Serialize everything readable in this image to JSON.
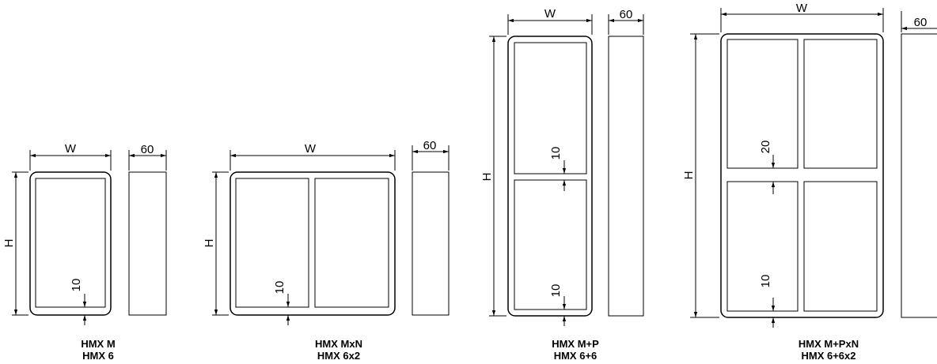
{
  "labels": {
    "width": "W",
    "height": "H",
    "depth": "60",
    "gap_10": "10",
    "gap_20": "20"
  },
  "models": [
    {
      "line1": "HMX M",
      "line2": "HMX 6",
      "panels": "1x1"
    },
    {
      "line1": "HMX MxN",
      "line2": "HMX 6x2",
      "panels": "2x1"
    },
    {
      "line1": "HMX M+P",
      "line2": "HMX 6+6",
      "panels": "1x2"
    },
    {
      "line1": "HMX M+PxN",
      "line2": "HMX 6+6x2",
      "panels": "2x2"
    }
  ],
  "colors": {
    "line": "#000000",
    "background": "#ffffff"
  }
}
